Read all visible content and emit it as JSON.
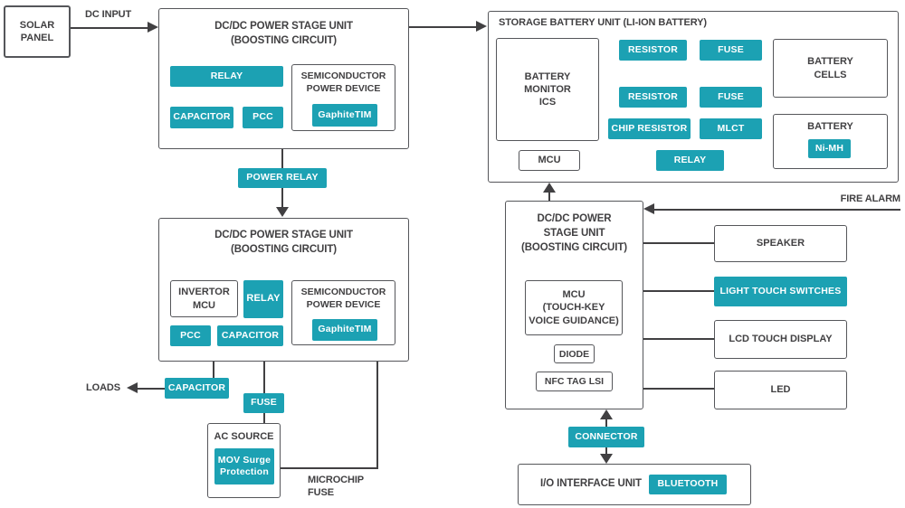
{
  "colors": {
    "teal": "#1CA1B3",
    "line": "#414042",
    "border": "#55565A",
    "text": "#414042",
    "background": "#FFFFFF"
  },
  "labels": {
    "solar_panel": "SOLAR\nPANEL",
    "dc_input": "DC INPUT",
    "power_relay": "POWER RELAY",
    "loads": "LOADS",
    "microchip_fuse": "MICROCHIP\nFUSE",
    "fire_alarm": "FIRE ALARM",
    "connector": "CONNECTOR"
  },
  "unit1": {
    "title": "DC/DC POWER STAGE UNIT\n(BOOSTING CIRCUIT)",
    "relay": "RELAY",
    "capacitor": "CAPACITOR",
    "pcc": "PCC",
    "semiconductor": "SEMICONDUCTOR\nPOWER DEVICE",
    "graphite": "GaphiteTIM"
  },
  "storage": {
    "title": "STORAGE BATTERY UNIT (LI-ION BATTERY)",
    "battery_monitor": "BATTERY\nMONITOR\nICS",
    "mcu": "MCU",
    "resistor_top": "RESISTOR",
    "resistor_bottom": "RESISTOR",
    "fuse_top": "FUSE",
    "fuse_bottom": "FUSE",
    "chip_resistor": "CHIP RESISTOR",
    "mlct": "MLCT",
    "relay": "RELAY",
    "battery_cells": "BATTERY\nCELLS",
    "battery": "BATTERY",
    "ni_mh": "Ni-MH"
  },
  "unit2": {
    "title": "DC/DC POWER STAGE UNIT\n(BOOSTING CIRCUIT)",
    "invertor_mcu": "INVERTOR\nMCU",
    "relay": "RELAY",
    "semiconductor": "SEMICONDUCTOR\nPOWER DEVICE",
    "graphite": "GaphiteTIM",
    "pcc": "PCC",
    "capacitor": "CAPACITOR",
    "out_capacitor": "CAPACITOR",
    "out_fuse": "FUSE"
  },
  "ac_source": {
    "title": "AC SOURCE",
    "mov": "MOV Surge\nProtection"
  },
  "unit3": {
    "title": "DC/DC POWER\nSTAGE UNIT\n(BOOSTING CIRCUIT)",
    "mcu": "MCU\n(TOUCH-KEY\nVOICE GUIDANCE)",
    "diode": "DIODE",
    "nfc": "NFC TAG LSI"
  },
  "peripherals": {
    "speaker": "SPEAKER",
    "light_touch_switches": "LIGHT TOUCH SWITCHES",
    "lcd_touch_display": "LCD TOUCH DISPLAY",
    "led": "LED"
  },
  "io_unit": {
    "title": "I/O INTERFACE UNIT",
    "bluetooth": "BLUETOOTH"
  }
}
